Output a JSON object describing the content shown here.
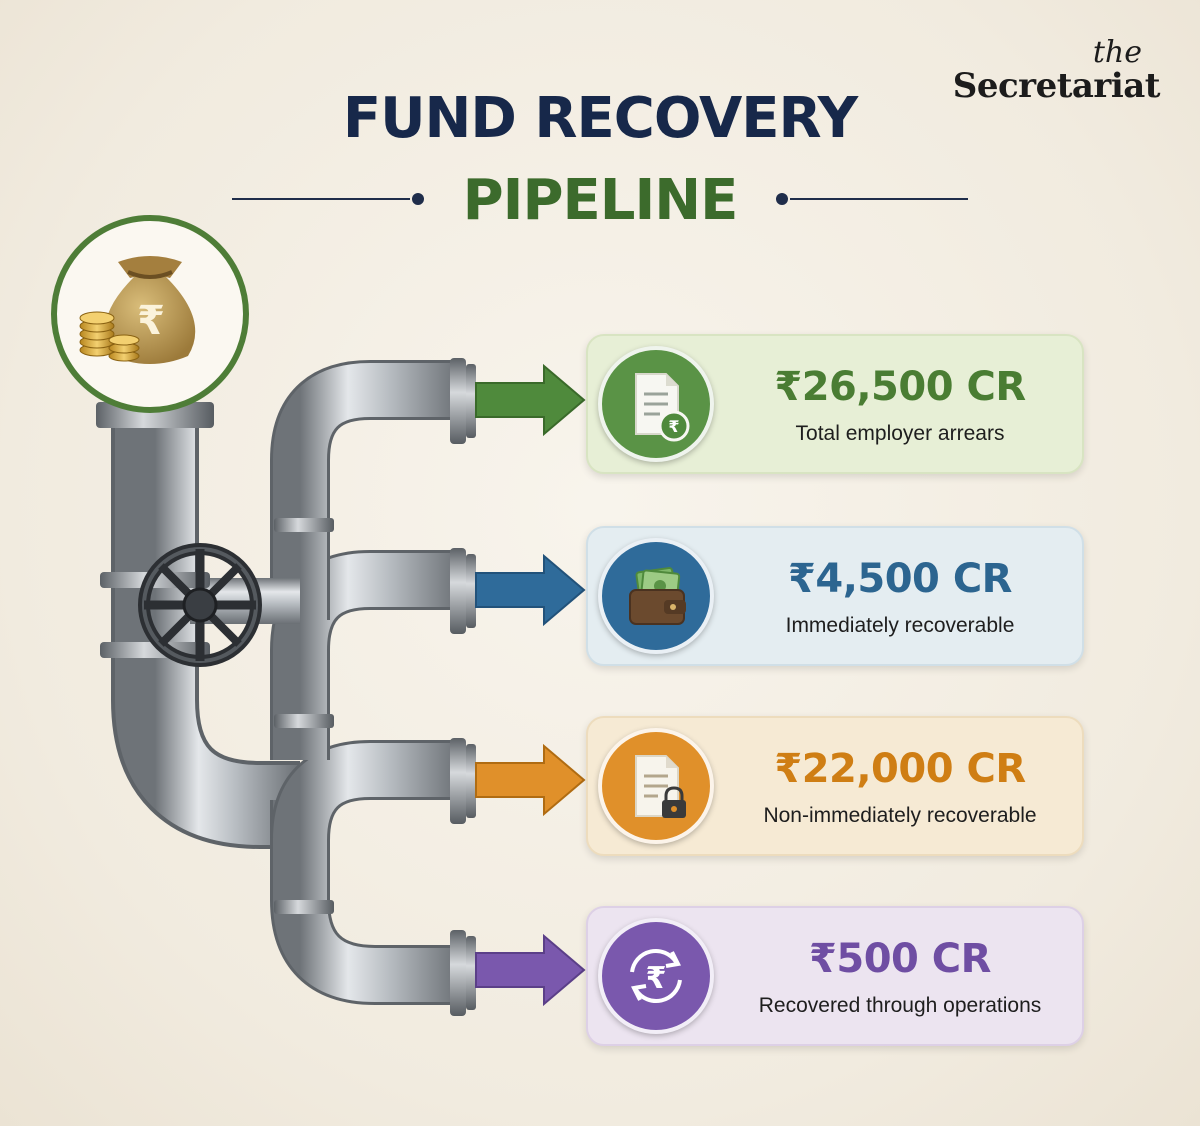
{
  "brand": {
    "line1": "the",
    "line2": "Secretariat"
  },
  "title": {
    "line1": "FUND RECOVERY",
    "line2": "PIPELINE"
  },
  "source_icon": "money-bag-rupee-icon",
  "currency_symbol": "₹",
  "items": [
    {
      "value": "₹26,500 CR",
      "label": "Total employer arrears",
      "color": "#4f8a3c",
      "bg": "#e7efd6",
      "icon": "document-rupee-icon"
    },
    {
      "value": "₹4,500 CR",
      "label": "Immediately recoverable",
      "color": "#2f6b9a",
      "bg": "#e4edf1",
      "icon": "wallet-cash-icon"
    },
    {
      "value": "₹22,000 CR",
      "label": "Non-immediately recoverable",
      "color": "#d88a22",
      "bg": "#f6ead4",
      "icon": "document-lock-icon"
    },
    {
      "value": "₹500 CR",
      "label": "Recovered through operations",
      "color": "#7a58ad",
      "bg": "#ece4f0",
      "icon": "rupee-cycle-icon"
    }
  ]
}
